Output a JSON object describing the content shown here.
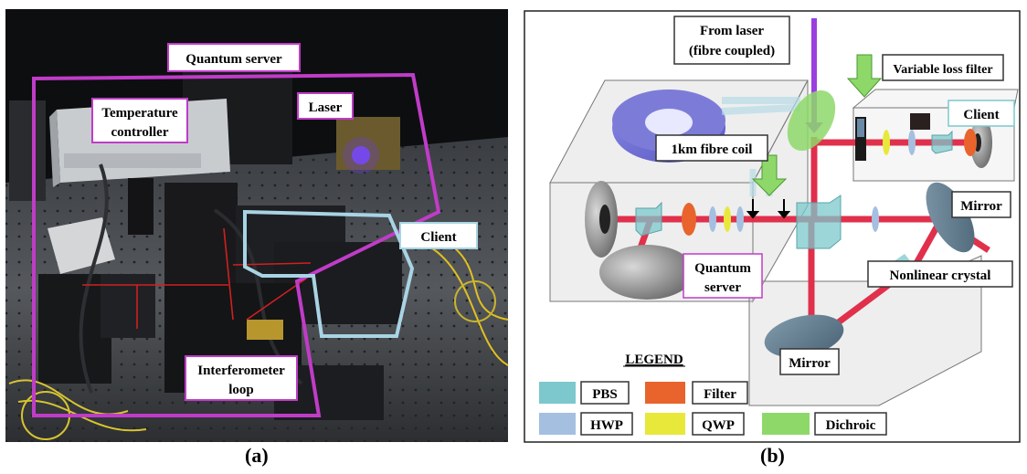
{
  "panel_a": {
    "caption": "(a)",
    "labels": {
      "quantum_server": "Quantum server",
      "laser": "Laser",
      "temperature_controller": [
        "Temperature",
        "controller"
      ],
      "client": "Client",
      "interferometer_loop": [
        "Interferometer",
        "loop"
      ]
    }
  },
  "panel_b": {
    "caption": "(b)",
    "labels": {
      "from_laser": [
        "From laser",
        "(fibre coupled)"
      ],
      "variable_loss_filter": "Variable loss filter",
      "client": "Client",
      "fibre_coil": "1km fibre coil",
      "mirror_right": "Mirror",
      "mirror_bottom": "Mirror",
      "quantum_server": [
        "Quantum",
        "server"
      ],
      "nonlinear_crystal": "Nonlinear crystal"
    },
    "legend": {
      "title": "LEGEND",
      "items": [
        {
          "label": "PBS",
          "color": "#7cc8cc"
        },
        {
          "label": "Filter",
          "color": "#e8642c"
        },
        {
          "label": "HWP",
          "color": "#a4bfe0"
        },
        {
          "label": "QWP",
          "color": "#e8e83a"
        },
        {
          "label": "Dichroic",
          "color": "#8ed86a"
        }
      ]
    }
  }
}
